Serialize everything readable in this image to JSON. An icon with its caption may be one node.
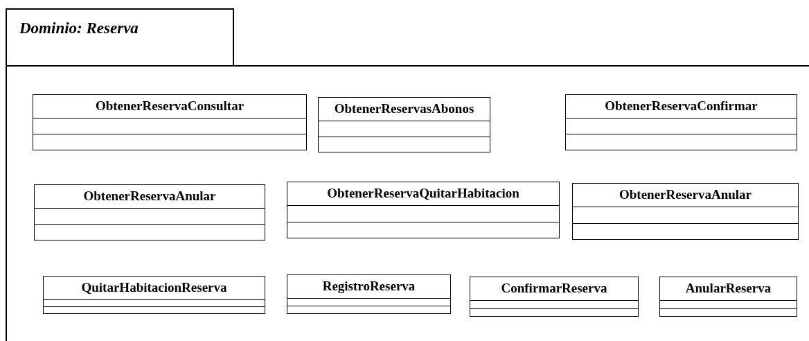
{
  "diagram": {
    "nodes": [
      {
        "text": [
          "Dominio: Reserva"
        ]
      },
      {
        "text": [
          "ObtenerReservaConsultar"
        ],
        "in": 0
      },
      {
        "text": [
          "ObtenerReservasAbonos"
        ],
        "in": 0
      },
      {
        "text": [
          "ObtenerReservaConfirmar"
        ],
        "in": 0
      },
      {
        "text": [
          "ObtenerReservaAnular"
        ],
        "in": 0
      },
      {
        "text": [
          "ObtenerReservaQuitarHabitacion"
        ],
        "in": 0
      },
      {
        "text": [
          "ObtenerReservaAnular"
        ],
        "in": 0
      },
      {
        "text": [
          "QuitarHabitacionReserva"
        ],
        "in": 0
      },
      {
        "text": [
          "RegistroReserva"
        ],
        "in": 0
      },
      {
        "text": [
          "ConfirmarReserva"
        ],
        "in": 0
      },
      {
        "text": [
          "AnularReserva"
        ],
        "in": 0
      }
    ]
  }
}
